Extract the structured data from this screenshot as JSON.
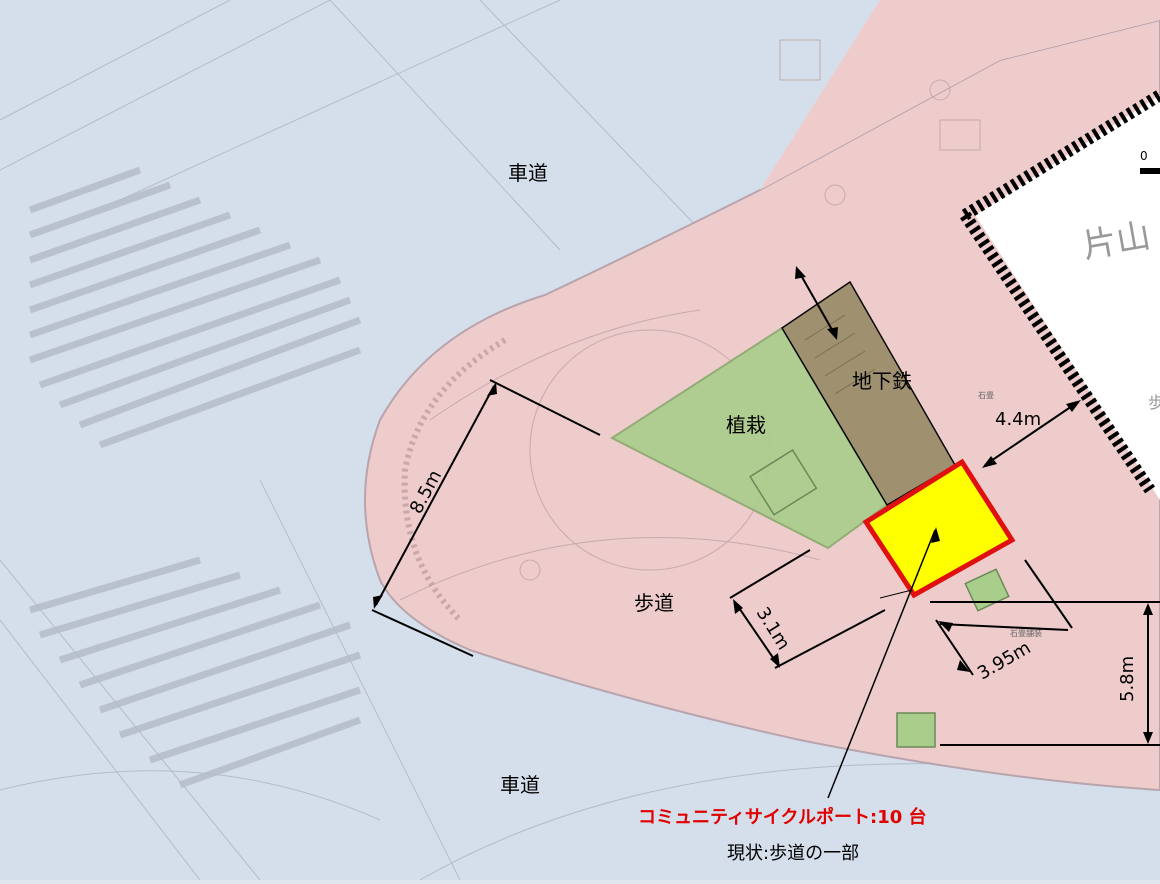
{
  "labels": {
    "road_top": "車道",
    "road_bottom": "車道",
    "planting": "植栽",
    "subway": "地下鉄",
    "sidewalk": "歩道",
    "building_partial": "片山",
    "building_side": "歩",
    "small_note_1": "石畳",
    "small_note_2": "石畳舗装"
  },
  "dimensions": {
    "d1": "8.5m",
    "d2": "3.1m",
    "d3": "4.4m",
    "d4": "3.95m",
    "d5": "5.8m"
  },
  "scale_mark": "0",
  "caption": {
    "title": "コミュニティサイクルポート:10 台",
    "subtitle": "現状:歩道の一部"
  },
  "colors": {
    "road": "#d4deea",
    "sidewalk": "#ecc8c8",
    "planting": "#a9cd8b",
    "subway": "#9c8f6e",
    "port_fill": "#ffff00",
    "port_border": "#e01010",
    "caption_red": "#e00000"
  }
}
